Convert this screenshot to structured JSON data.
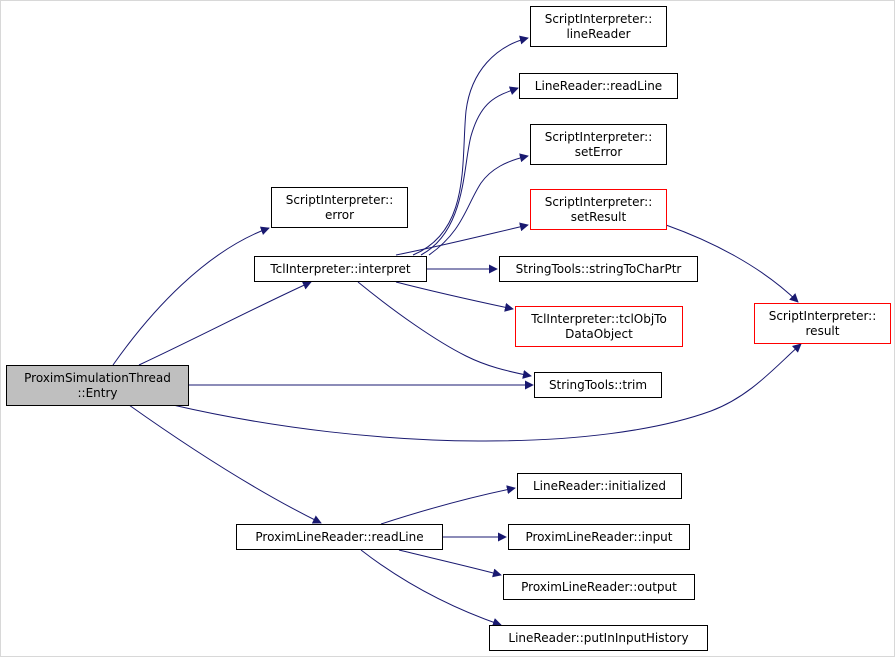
{
  "colors": {
    "edge": "#191970",
    "border_default": "#000000",
    "border_incomplete": "#ff0000",
    "root_fill": "#bfbfbf",
    "background": "#ffffff"
  },
  "graph": {
    "nodes": {
      "entry": {
        "lines": [
          "ProximSimulationThread",
          "::Entry"
        ]
      },
      "si_error": {
        "lines": [
          "ScriptInterpreter::",
          "error"
        ]
      },
      "tcl_interpret": {
        "lines": [
          "TclInterpreter::interpret"
        ]
      },
      "plr_readline": {
        "lines": [
          "ProximLineReader::readLine"
        ]
      },
      "si_linereader": {
        "lines": [
          "ScriptInterpreter::",
          "lineReader"
        ]
      },
      "lr_readline": {
        "lines": [
          "LineReader::readLine"
        ]
      },
      "si_seterror": {
        "lines": [
          "ScriptInterpreter::",
          "setError"
        ]
      },
      "si_setresult": {
        "lines": [
          "ScriptInterpreter::",
          "setResult"
        ]
      },
      "st_tocharptr": {
        "lines": [
          "StringTools::stringToCharPtr"
        ]
      },
      "tcl_objto": {
        "lines": [
          "TclInterpreter::tclObjTo",
          "DataObject"
        ]
      },
      "st_trim": {
        "lines": [
          "StringTools::trim"
        ]
      },
      "si_result": {
        "lines": [
          "ScriptInterpreter::",
          "result"
        ]
      },
      "lr_initialized": {
        "lines": [
          "LineReader::initialized"
        ]
      },
      "plr_input": {
        "lines": [
          "ProximLineReader::input"
        ]
      },
      "plr_output": {
        "lines": [
          "ProximLineReader::output"
        ]
      },
      "lr_putinhist": {
        "lines": [
          "LineReader::putInInputHistory"
        ]
      }
    }
  }
}
